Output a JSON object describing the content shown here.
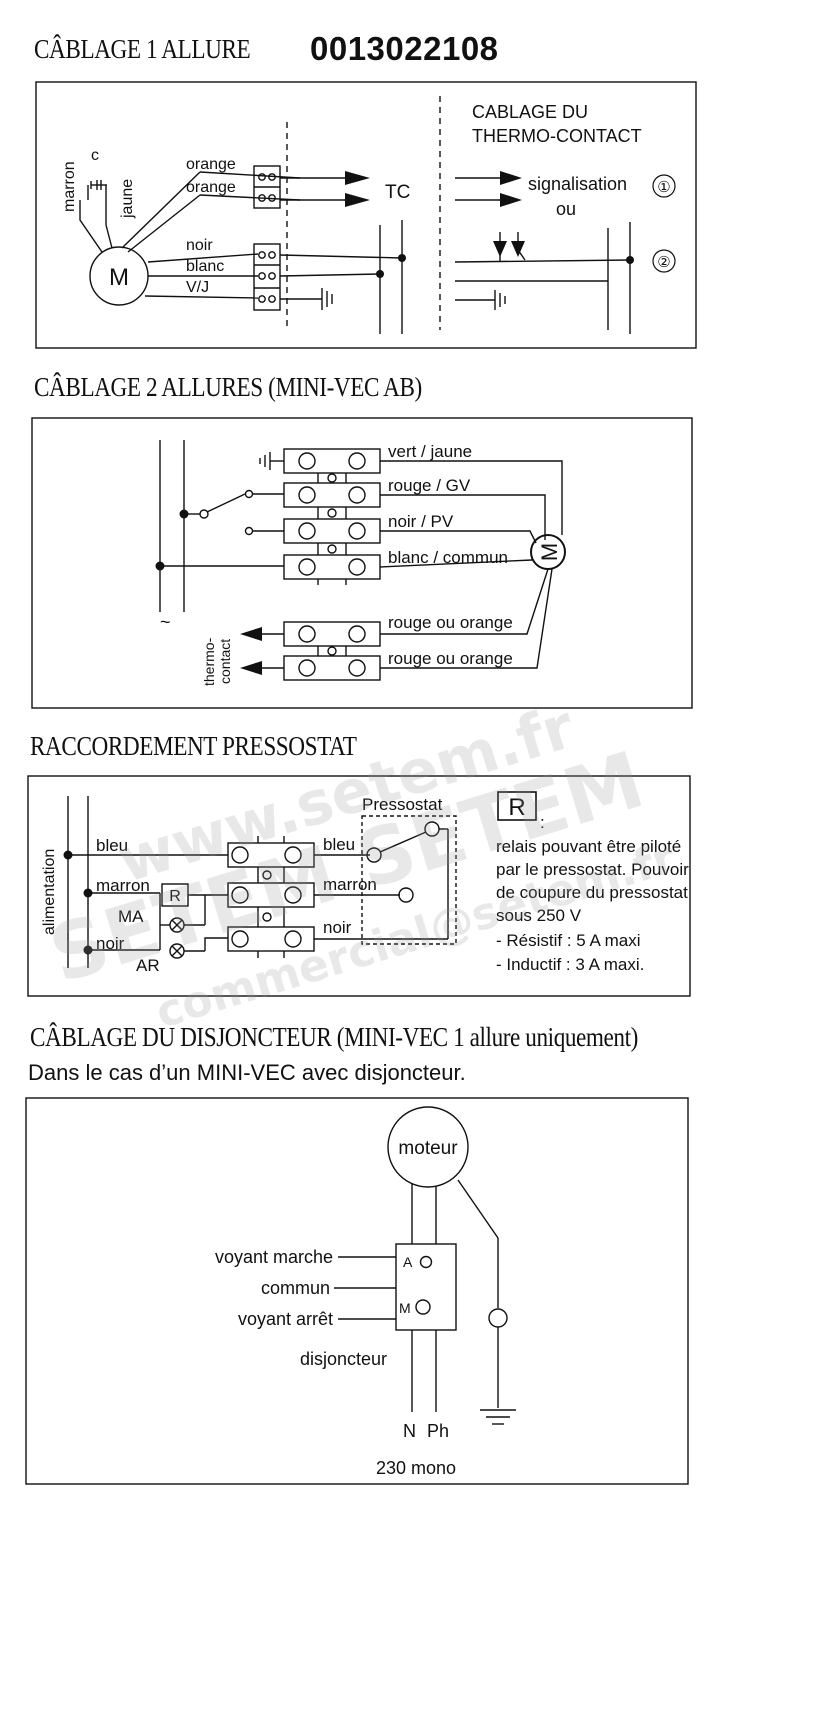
{
  "code": "0013022108",
  "s1": {
    "title": "CÂBLAGE 1 ALLURE",
    "marron": "marron",
    "c": "c",
    "jaune": "jaune",
    "motor": "M",
    "orange1": "orange",
    "orange2": "orange",
    "noir": "noir",
    "blanc": "blanc",
    "vj": "V/J",
    "tc": "TC",
    "cab1": "CABLAGE DU",
    "cab2": "THERMO-CONTACT",
    "signal": "signalisation",
    "ou": "ou",
    "n1": "①",
    "n2": "②"
  },
  "s2": {
    "title": "CÂBLAGE 2 ALLURES (MINI-VEC AB)",
    "w1": "vert / jaune",
    "w2": "rouge / GV",
    "w3": "noir / PV",
    "w4": "blanc / commun",
    "w5": "rouge ou orange",
    "w6": "rouge ou orange",
    "thermo1": "thermo-",
    "thermo2": "contact",
    "tilde": "~",
    "motor": "M"
  },
  "s3": {
    "title": "RACCORDEMENT PRESSOSTAT",
    "alim": "alimentation",
    "bleuL": "bleu",
    "marronL": "marron",
    "noirL": "noir",
    "ma": "MA",
    "ar": "AR",
    "rbox": "R",
    "bleuR": "bleu",
    "marronR": "marron",
    "noirR": "noir",
    "pressostat": "Pressostat",
    "rBig": "R",
    "notes": [
      ":",
      "relais pouvant être piloté",
      "par le pressostat. Pouvoir",
      "de coupure du pressostat",
      "sous 250 V",
      "- Résistif : 5 A maxi",
      "- Inductif : 3 A maxi."
    ]
  },
  "s4": {
    "title": "CÂBLAGE DU DISJONCTEUR (MINI-VEC 1 allure uniquement)",
    "subtitle": "Dans le cas d’un MINI-VEC avec disjoncteur.",
    "moteur": "moteur",
    "vm": "voyant marche",
    "commun": "commun",
    "va": "voyant arrêt",
    "disj": "disjoncteur",
    "a": "A",
    "m": "M",
    "n": "N",
    "ph": "Ph",
    "mono": "230 mono"
  },
  "watermark": {
    "w1": "www.setem.fr",
    "w2": "SETEM SETEM",
    "w3": "commercial@setem.fr"
  }
}
